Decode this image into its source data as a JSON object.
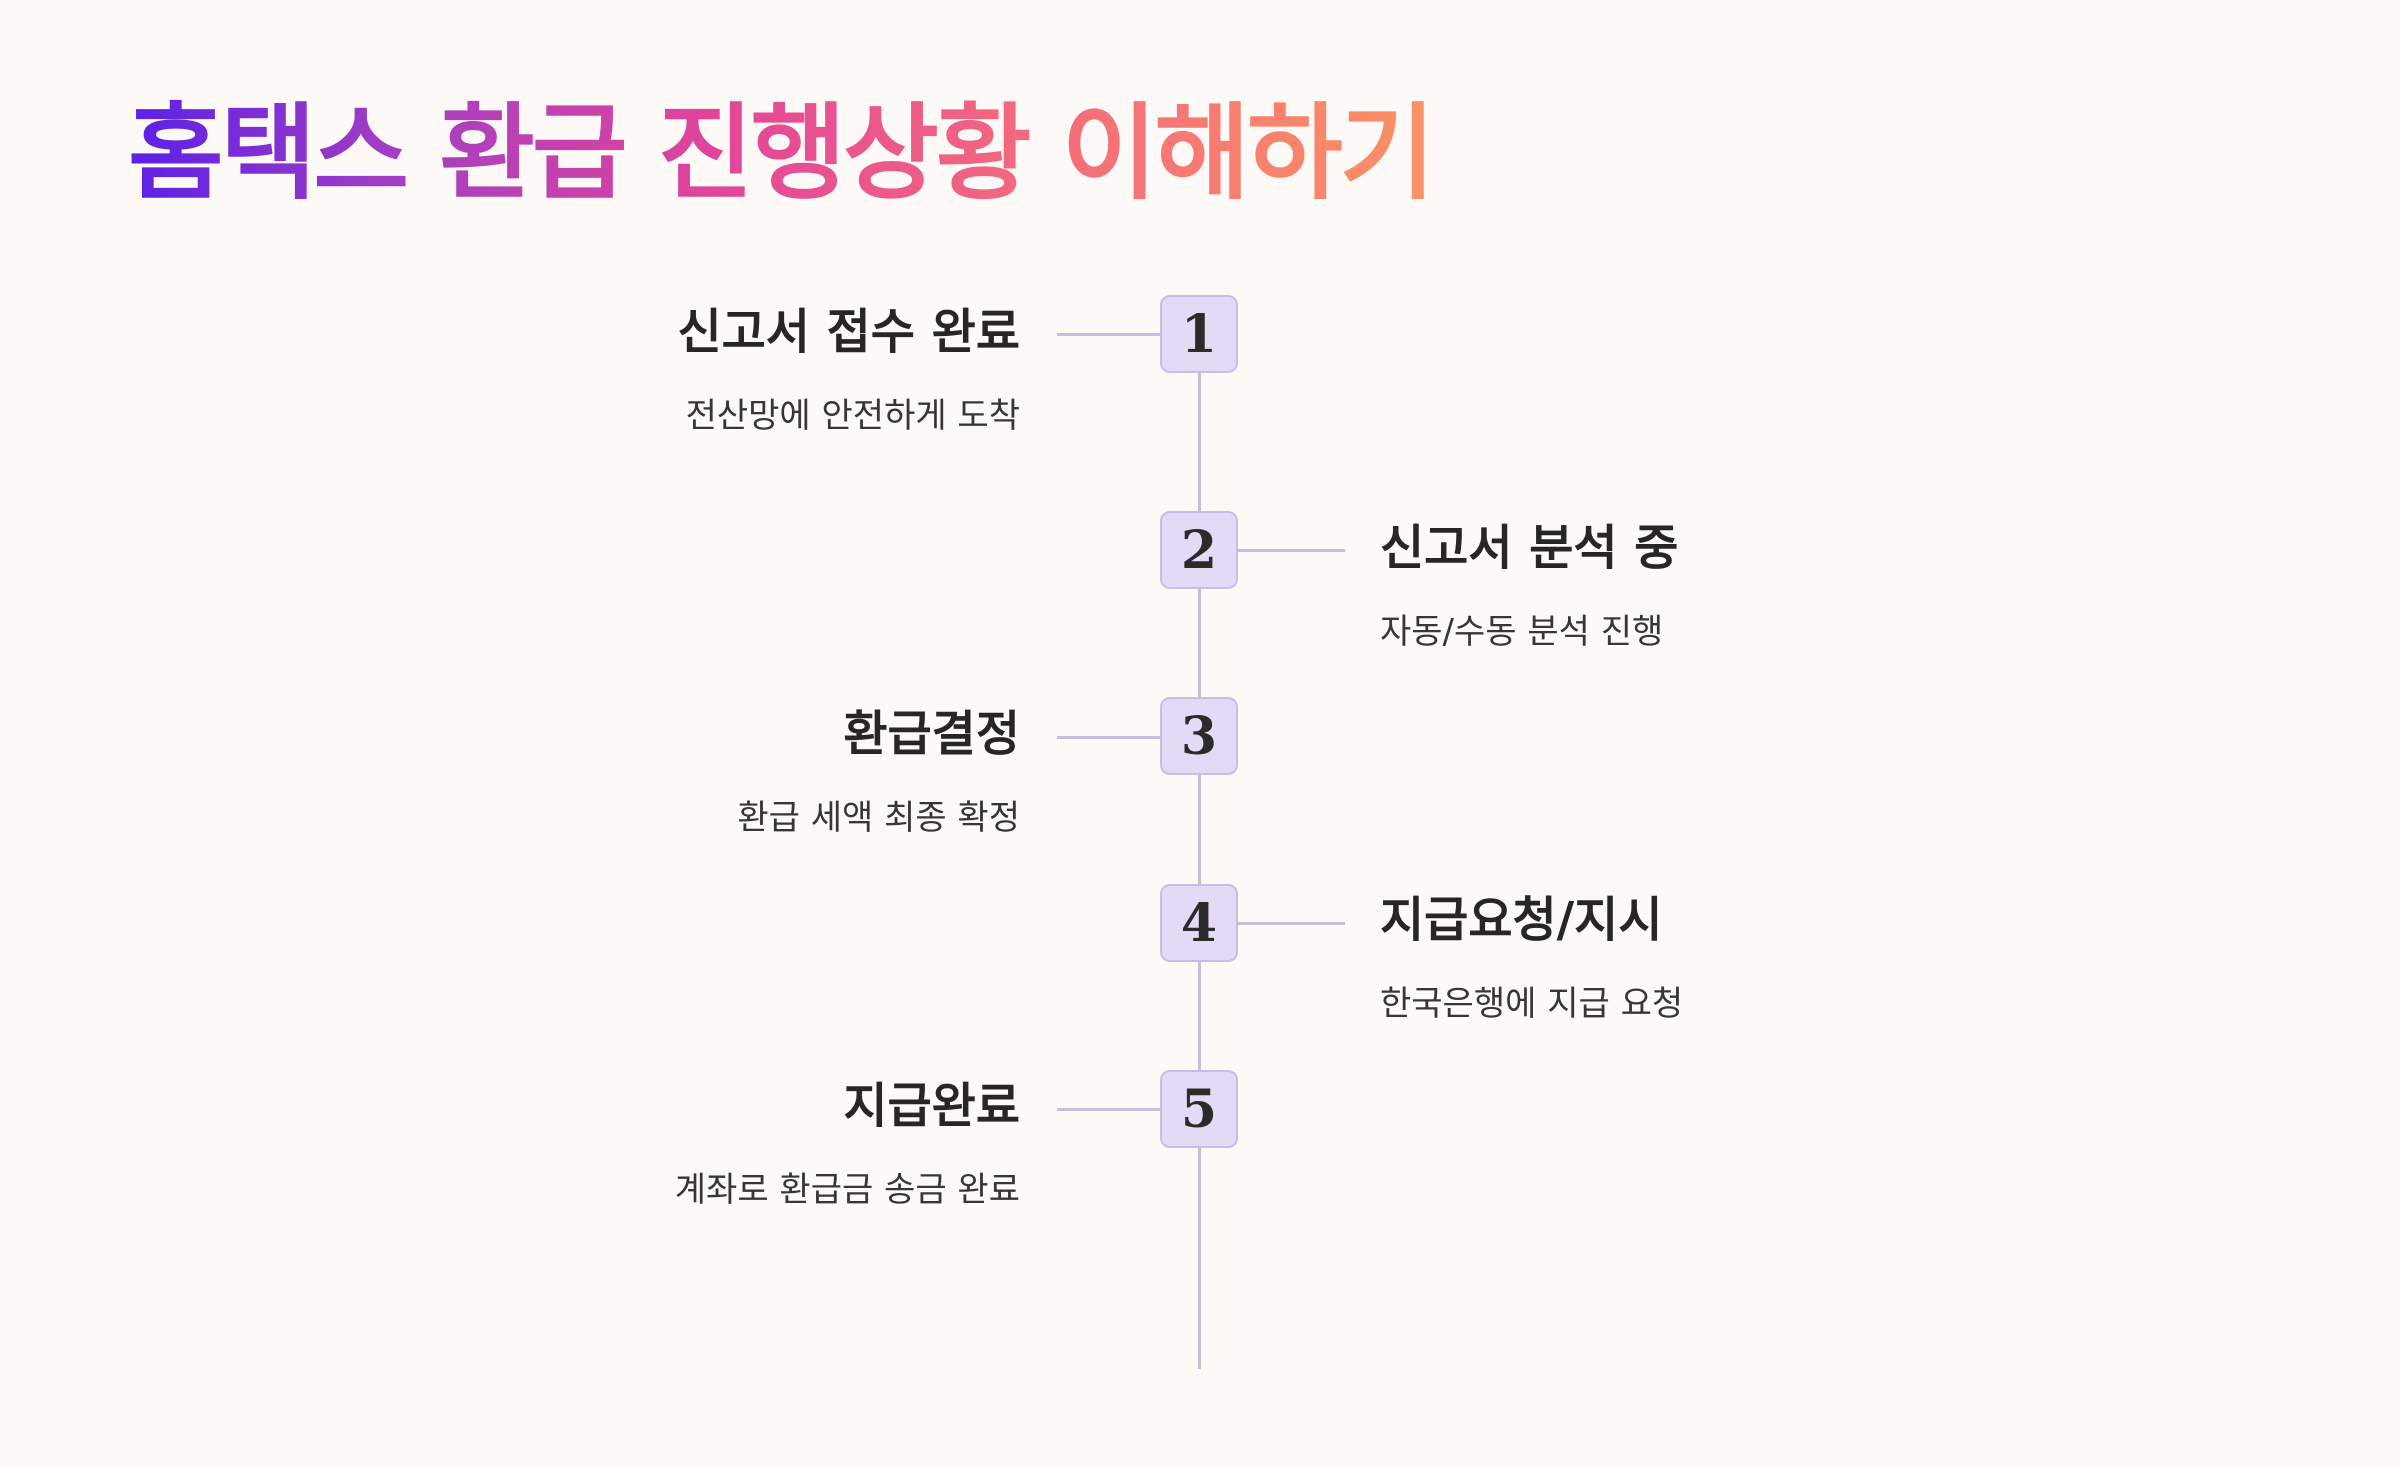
{
  "title": "홈택스 환급 진행상황 이해하기",
  "steps": [
    {
      "number": "1",
      "title": "신고서 접수 완료",
      "description": "전산망에 안전하게 도착",
      "side": "left"
    },
    {
      "number": "2",
      "title": "신고서 분석 중",
      "description": "자동/수동 분석 진행",
      "side": "right"
    },
    {
      "number": "3",
      "title": "환급결정",
      "description": "환급 세액 최종 확정",
      "side": "left"
    },
    {
      "number": "4",
      "title": "지급요청/지시",
      "description": "한국은행에 지급 요청",
      "side": "right"
    },
    {
      "number": "5",
      "title": "지급완료",
      "description": "계좌로 환급금 송금 완료",
      "side": "left"
    }
  ],
  "colors": {
    "background": "#fdf9f6",
    "title_gradient": [
      "#5a21e6",
      "#e2459a",
      "#fb9264"
    ],
    "line": "#c7bedd",
    "badge_fill": "#e3dbf5",
    "badge_border": "#c9bde6",
    "text": "#262626"
  }
}
